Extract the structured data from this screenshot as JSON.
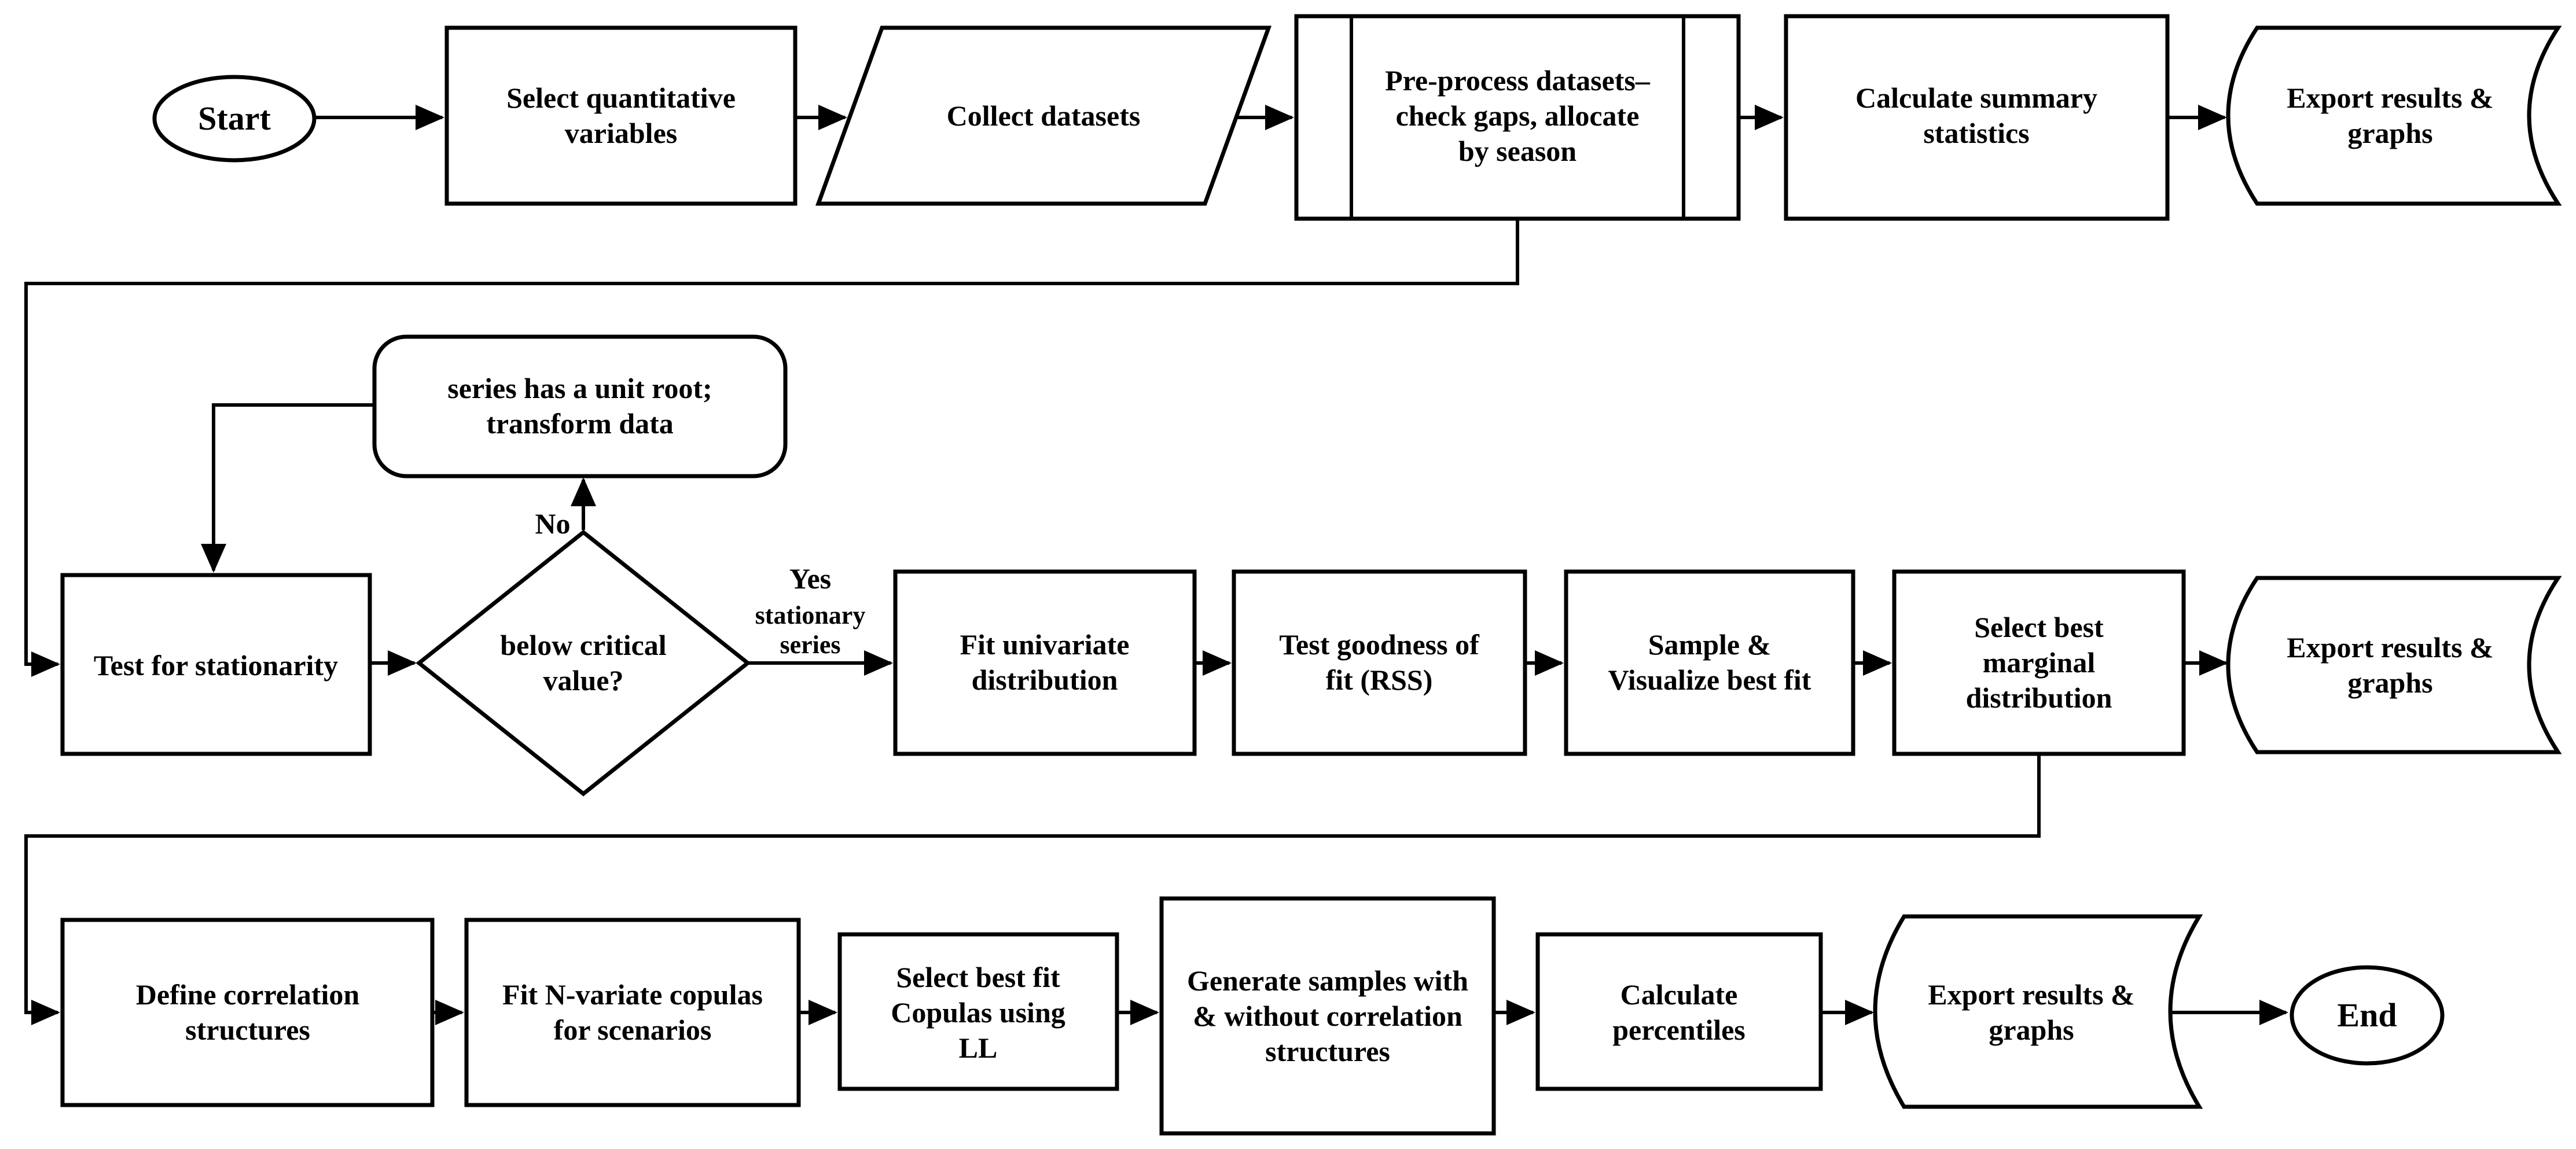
{
  "figure": {
    "type": "flowchart",
    "background_color": "#ffffff",
    "stroke_color": "#000000",
    "text_color": "#000000"
  },
  "nodes": {
    "start": {
      "label": "Start",
      "shape": "terminator"
    },
    "select_variables": {
      "label": "Select quantitative variables",
      "shape": "process"
    },
    "collect_datasets": {
      "label": "Collect datasets",
      "shape": "data-parallelogram"
    },
    "preprocess": {
      "label": "Pre-process datasets– check gaps, allocate by season",
      "shape": "predefined-process"
    },
    "summary_stats": {
      "label": "Calculate summary statistics",
      "shape": "process"
    },
    "export_row1": {
      "label": "Export results & graphs",
      "shape": "stored-data"
    },
    "unit_root": {
      "label": "series has a unit root; transform data",
      "shape": "rounded-process"
    },
    "test_stationarity": {
      "label": "Test for stationarity",
      "shape": "process"
    },
    "below_critical": {
      "label": "below critical value?",
      "shape": "decision"
    },
    "fit_univariate": {
      "label": "Fit univariate distribution",
      "shape": "process"
    },
    "goodness_fit": {
      "label": "Test goodness of fit (RSS)",
      "shape": "process"
    },
    "sample_visualize": {
      "label": "Sample & Visualize best fit",
      "shape": "process"
    },
    "select_marginal": {
      "label": "Select best marginal distribution",
      "shape": "process"
    },
    "export_row2": {
      "label": "Export results & graphs",
      "shape": "stored-data"
    },
    "define_correlation": {
      "label": "Define correlation structures",
      "shape": "process"
    },
    "fit_nvariate": {
      "label": "Fit N-variate copulas for scenarios",
      "shape": "process"
    },
    "select_copulas": {
      "label": "Select best fit Copulas using LL",
      "shape": "process"
    },
    "generate_samples": {
      "label": "Generate samples with & without correlation structures",
      "shape": "process"
    },
    "calc_percentiles": {
      "label": "Calculate percentiles",
      "shape": "process"
    },
    "export_row3": {
      "label": "Export results & graphs",
      "shape": "stored-data"
    },
    "end": {
      "label": "End",
      "shape": "terminator"
    }
  },
  "edge_labels": {
    "no": "No",
    "yes": "Yes",
    "yes_sub": "stationary series"
  }
}
